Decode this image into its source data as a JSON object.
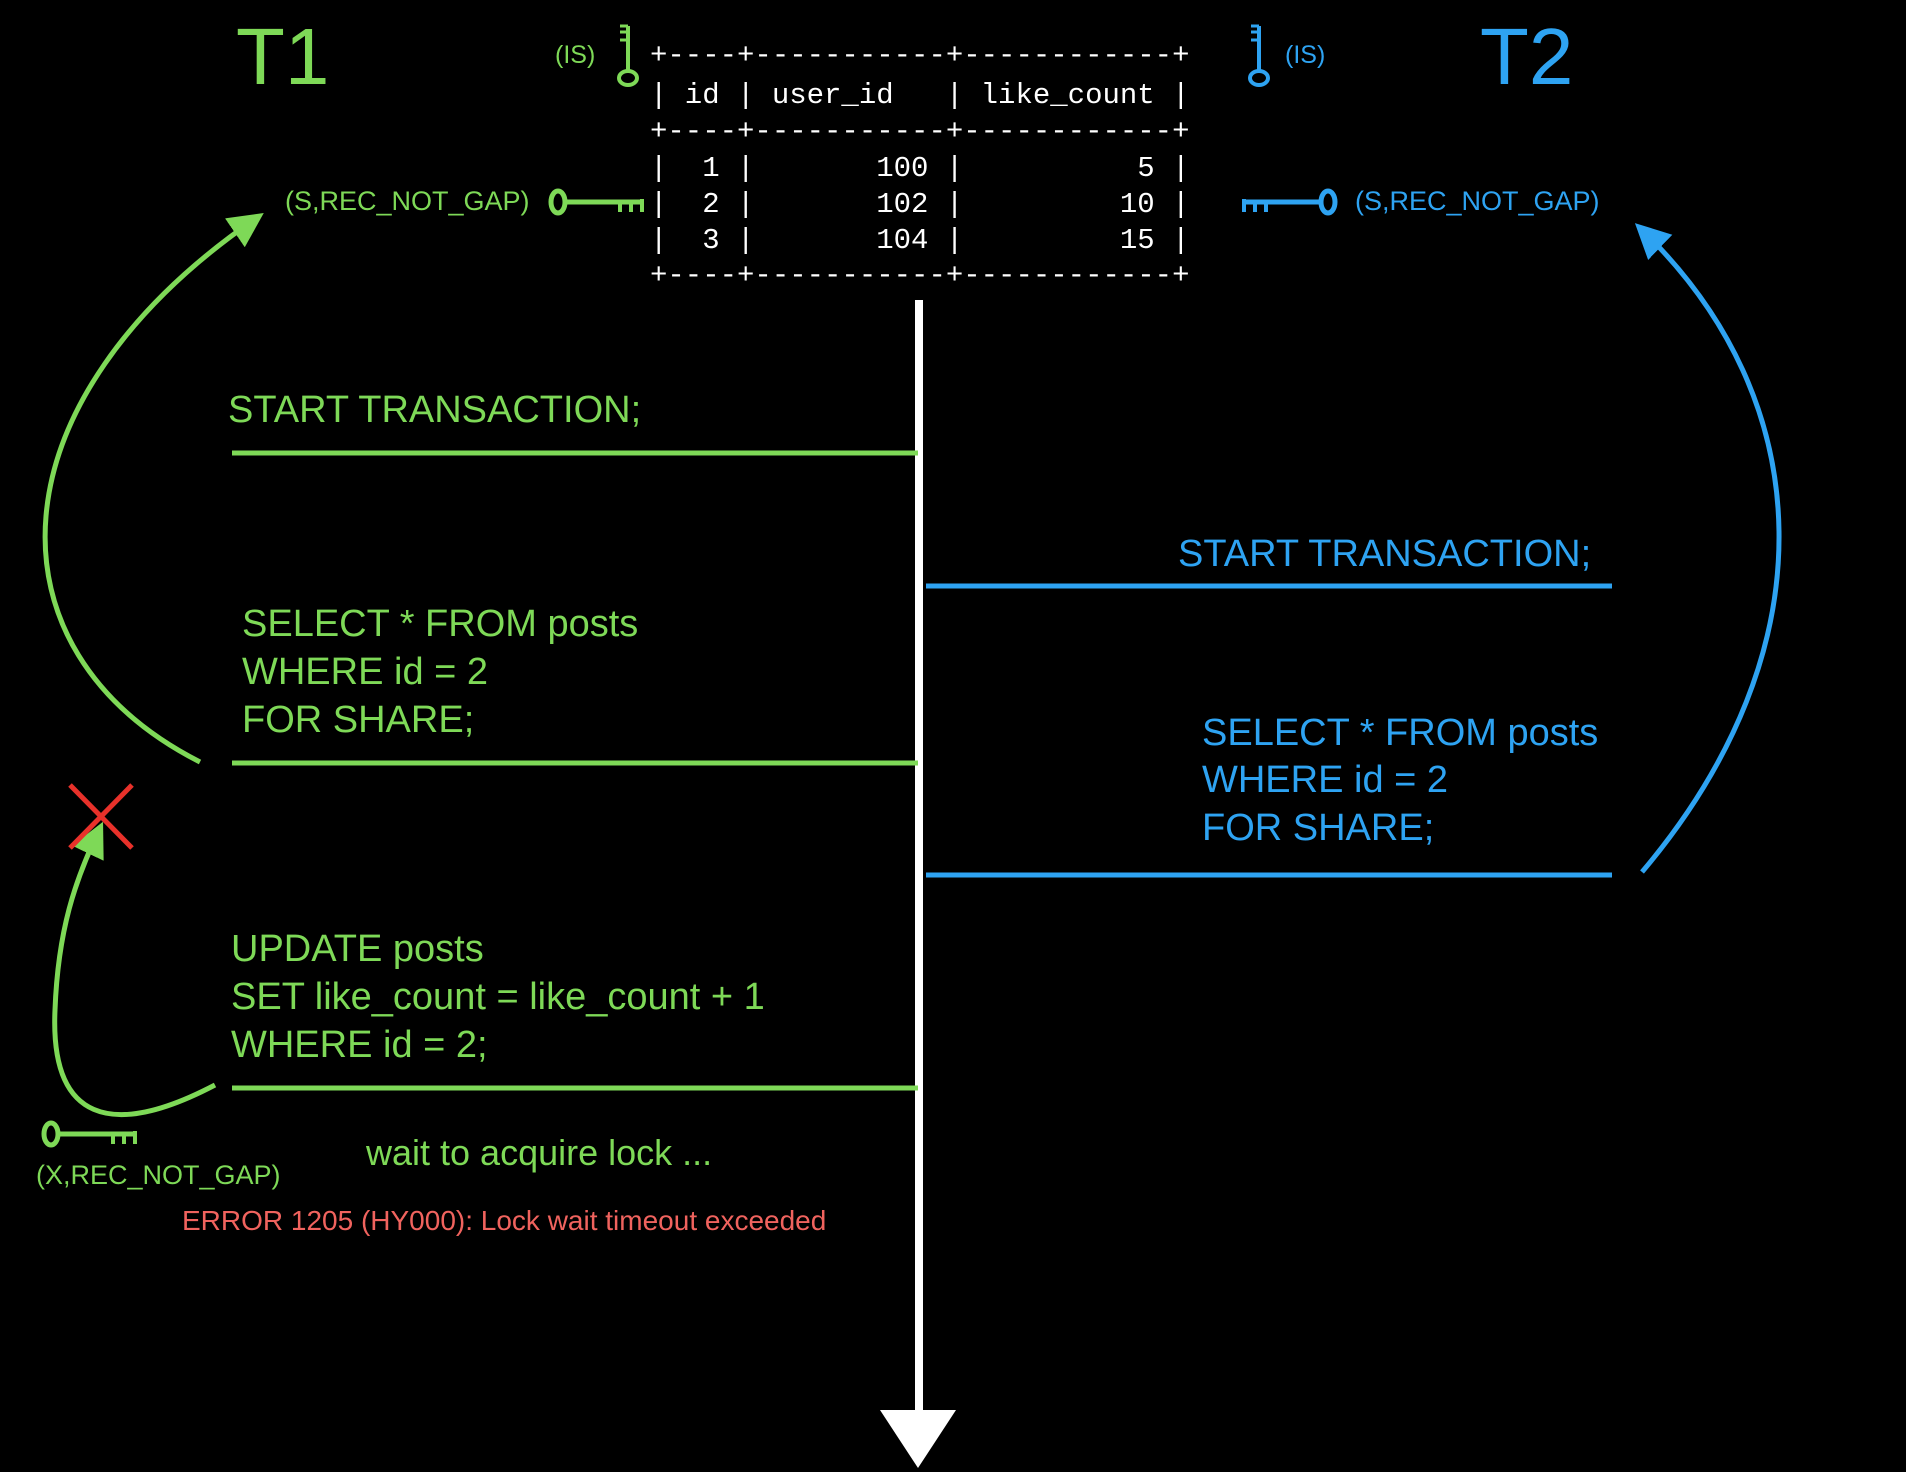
{
  "colors": {
    "background": "#000000",
    "t1": "#7ED957",
    "t2": "#2EA3F2",
    "timeline": "#FFFFFF",
    "table_text": "#FFFFFF",
    "error": "#F0635E",
    "cross": "#E8312A"
  },
  "transactions": {
    "t1_label": "T1",
    "t2_label": "T2"
  },
  "table": {
    "border": "+----+-----------+------------+",
    "header": "| id | user_id   | like_count |",
    "rows": [
      "|  1 |       100 |          5 |",
      "|  2 |       102 |         10 |",
      "|  3 |       104 |         15 |"
    ]
  },
  "locks": {
    "t1_table_lock": "(IS)",
    "t2_table_lock": "(IS)",
    "t1_row_lock": "(S,REC_NOT_GAP)",
    "t2_row_lock": "(S,REC_NOT_GAP)",
    "t1_update_lock": "(X,REC_NOT_GAP)"
  },
  "icons": {
    "key": "key-icon",
    "cross": "cross-icon",
    "timeline_arrow": "arrowhead-icon"
  },
  "statements": {
    "t1_start": "START TRANSACTION;",
    "t1_select": [
      "SELECT * FROM posts",
      "WHERE id = 2",
      "FOR SHARE;"
    ],
    "t1_update": [
      "UPDATE posts",
      "SET like_count = like_count + 1",
      "WHERE id = 2;"
    ],
    "t2_start": "START TRANSACTION;",
    "t2_select": [
      "SELECT * FROM posts",
      "WHERE id = 2",
      "FOR SHARE;"
    ]
  },
  "status": {
    "wait": "wait to acquire lock ...",
    "error": "ERROR 1205 (HY000): Lock wait timeout exceeded"
  }
}
